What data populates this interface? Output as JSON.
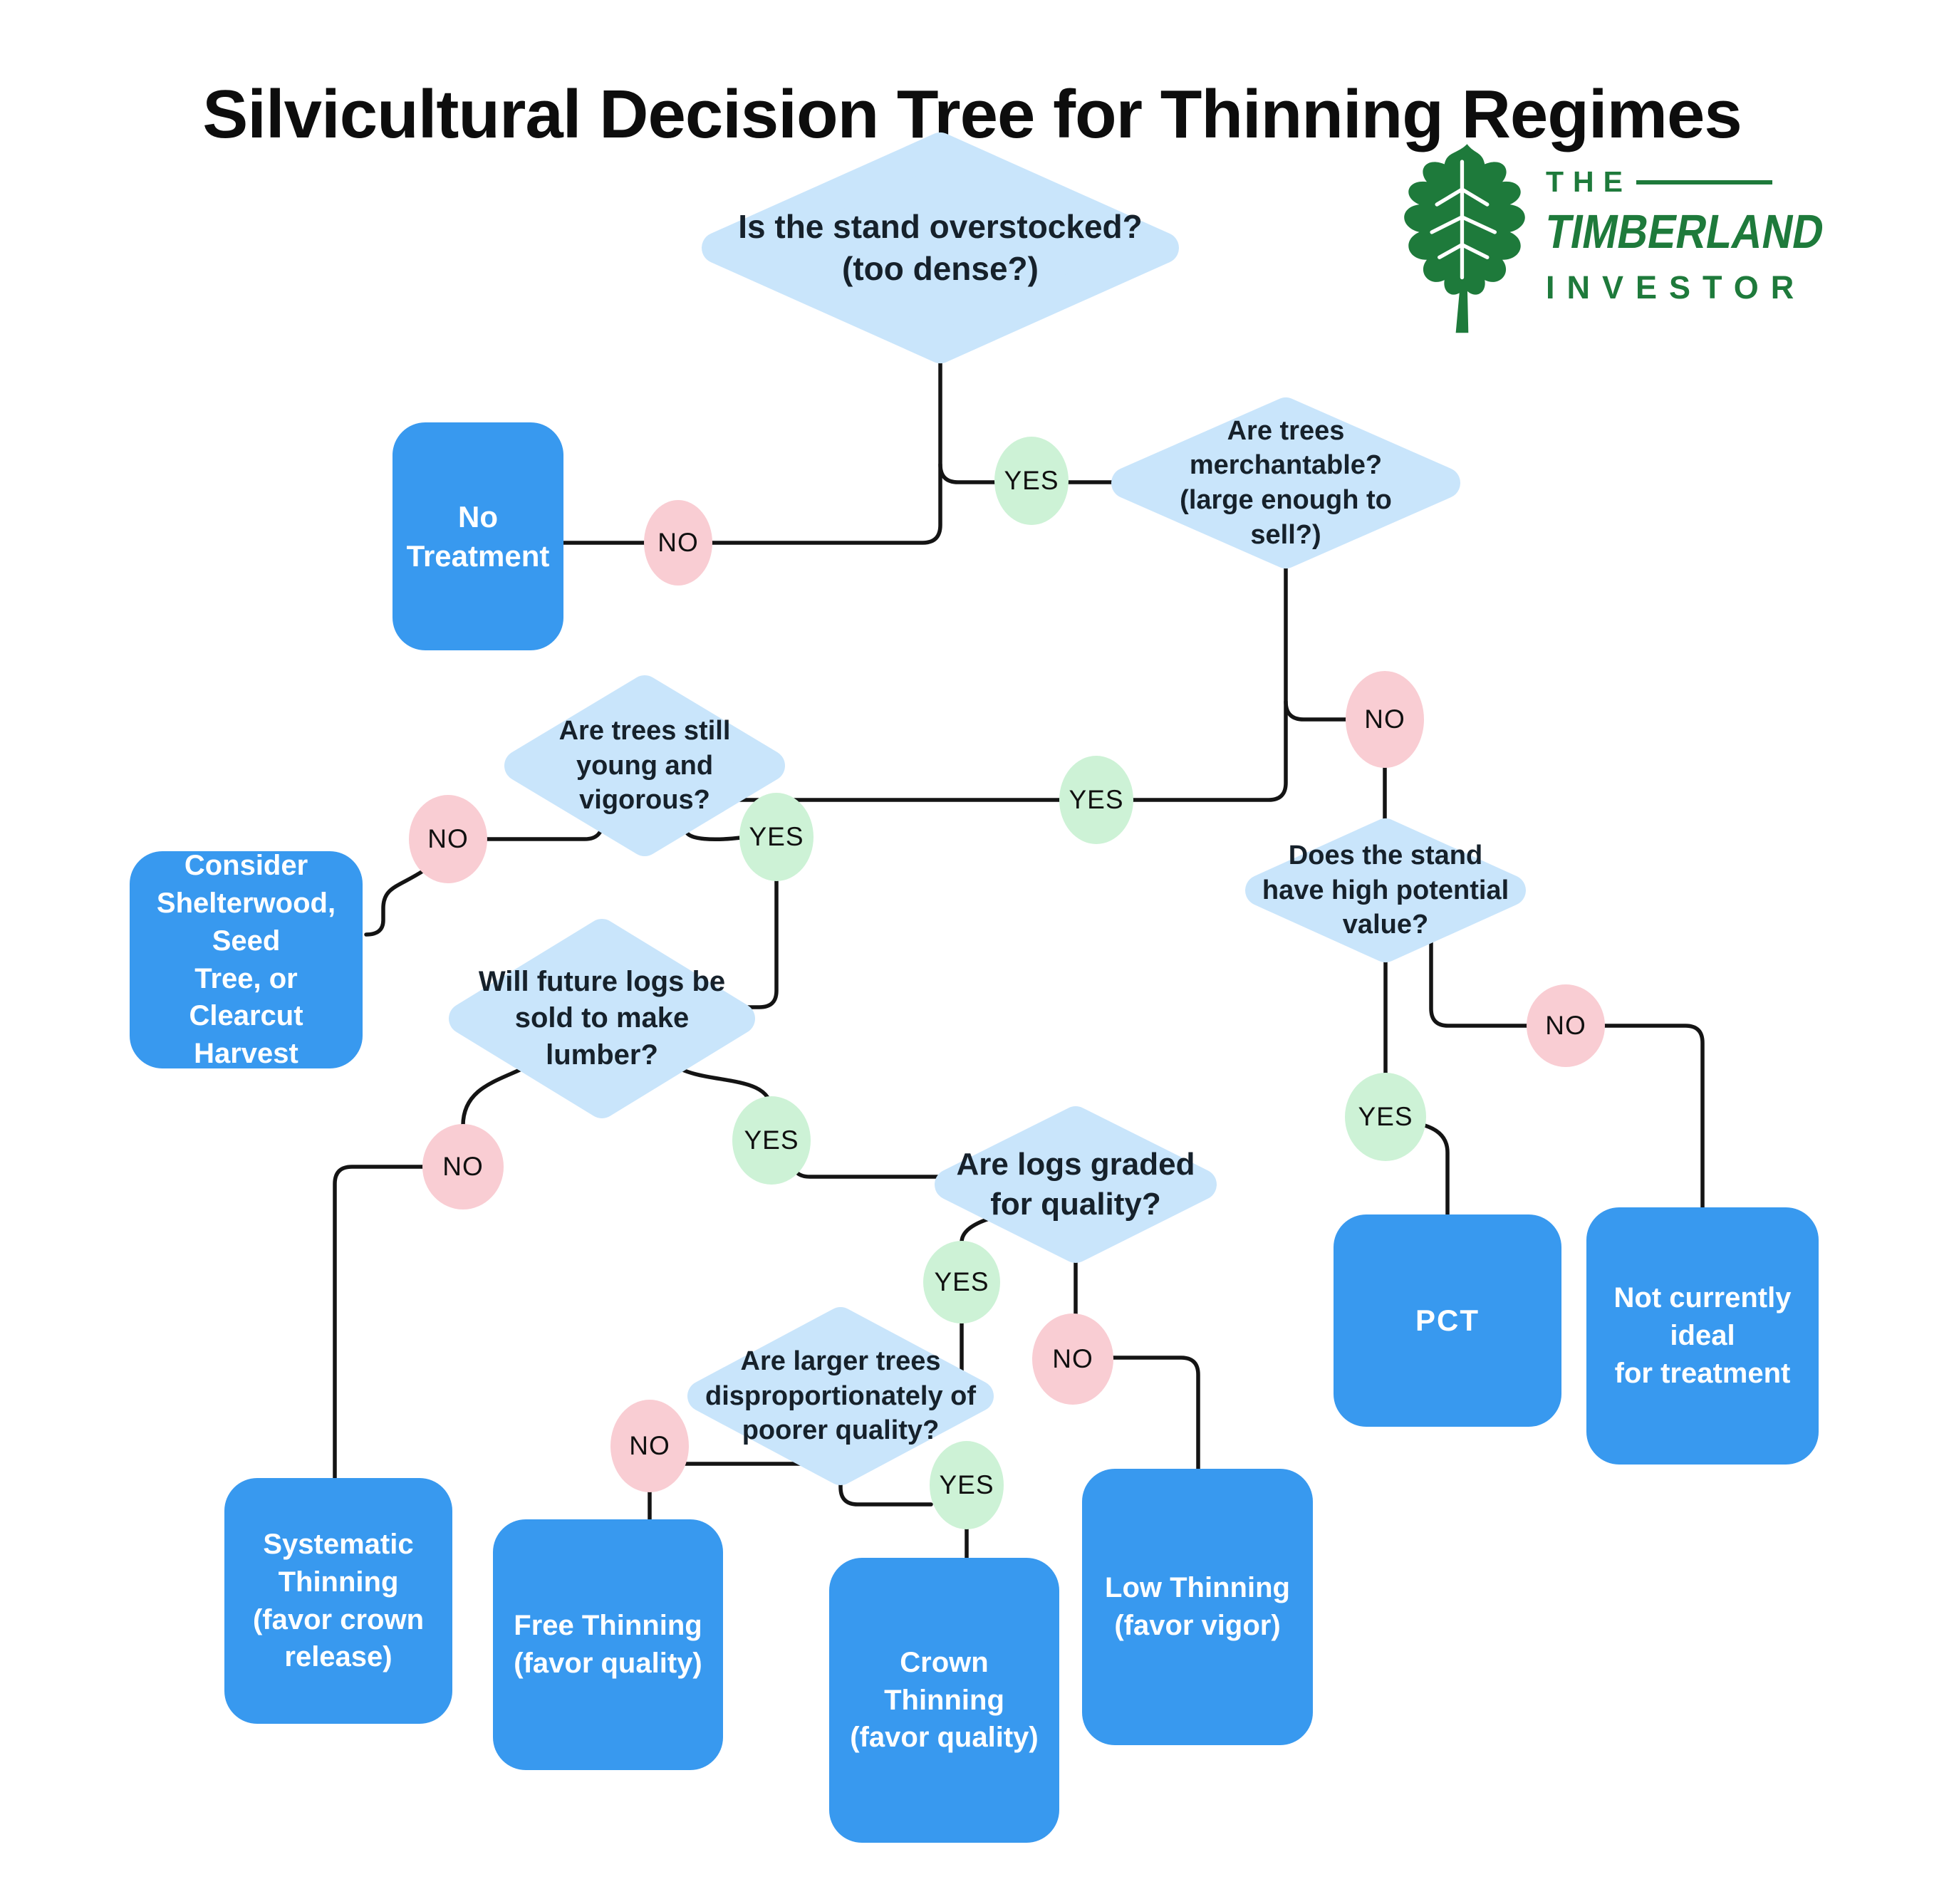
{
  "title": "Silvicultural Decision Tree for Thinning Regimes",
  "logo": {
    "icon": "oak-leaf-icon",
    "line1": "THE",
    "line2": "TIMBERLAND",
    "line3": "INVESTOR",
    "color": "#1e7a3b"
  },
  "answers": {
    "yes": "YES",
    "no": "NO"
  },
  "colors": {
    "decision_fill": "#c9e5fb",
    "outcome_fill": "#3899ef",
    "yes_fill": "#cdf2d6",
    "no_fill": "#f9cdd3",
    "connector": "#141414",
    "title_text": "#0d0d0d",
    "decision_text": "#16212b",
    "outcome_text": "#ffffff"
  },
  "nodes": {
    "q_overstocked": {
      "type": "decision",
      "label": "Is the stand overstocked?\n(too dense?)"
    },
    "q_merchantable": {
      "type": "decision",
      "label": "Are trees\nmerchantable?\n(large enough to sell?)"
    },
    "q_young_vigorous": {
      "type": "decision",
      "label": "Are trees still\nyoung and\nvigorous?"
    },
    "q_high_value": {
      "type": "decision",
      "label": "Does the stand\nhave high potential\nvalue?"
    },
    "q_lumber": {
      "type": "decision",
      "label": "Will future logs be\nsold to make\nlumber?"
    },
    "q_graded": {
      "type": "decision",
      "label": "Are logs graded\nfor quality?"
    },
    "q_larger_poorer": {
      "type": "decision",
      "label": "Are larger trees\ndisproportionately of\npoorer quality?"
    },
    "no_treatment": {
      "type": "outcome",
      "label": "No Treatment"
    },
    "consider_harvest": {
      "type": "outcome",
      "label": "Consider\nShelterwood, Seed\nTree, or Clearcut\nHarvest"
    },
    "systematic": {
      "type": "outcome",
      "label": "Systematic\nThinning\n(favor crown\nrelease)"
    },
    "free": {
      "type": "outcome",
      "label": "Free Thinning\n(favor quality)"
    },
    "crown": {
      "type": "outcome",
      "label": "Crown Thinning\n(favor quality)"
    },
    "low": {
      "type": "outcome",
      "label": "Low Thinning\n(favor vigor)"
    },
    "pct": {
      "type": "outcome",
      "label": "PCT"
    },
    "not_ideal": {
      "type": "outcome",
      "label": "Not currently ideal\nfor treatment"
    }
  },
  "edges": [
    {
      "from": "q_overstocked",
      "answer": "YES",
      "to": "q_merchantable"
    },
    {
      "from": "q_overstocked",
      "answer": "NO",
      "to": "no_treatment"
    },
    {
      "from": "q_merchantable",
      "answer": "YES",
      "to": "q_young_vigorous"
    },
    {
      "from": "q_merchantable",
      "answer": "NO",
      "to": "q_high_value"
    },
    {
      "from": "q_young_vigorous",
      "answer": "YES",
      "to": "q_lumber"
    },
    {
      "from": "q_young_vigorous",
      "answer": "NO",
      "to": "consider_harvest"
    },
    {
      "from": "q_high_value",
      "answer": "YES",
      "to": "pct"
    },
    {
      "from": "q_high_value",
      "answer": "NO",
      "to": "not_ideal"
    },
    {
      "from": "q_lumber",
      "answer": "YES",
      "to": "q_graded"
    },
    {
      "from": "q_lumber",
      "answer": "NO",
      "to": "systematic"
    },
    {
      "from": "q_graded",
      "answer": "YES",
      "to": "q_larger_poorer"
    },
    {
      "from": "q_graded",
      "answer": "NO",
      "to": "low"
    },
    {
      "from": "q_larger_poorer",
      "answer": "YES",
      "to": "crown"
    },
    {
      "from": "q_larger_poorer",
      "answer": "NO",
      "to": "free"
    }
  ]
}
